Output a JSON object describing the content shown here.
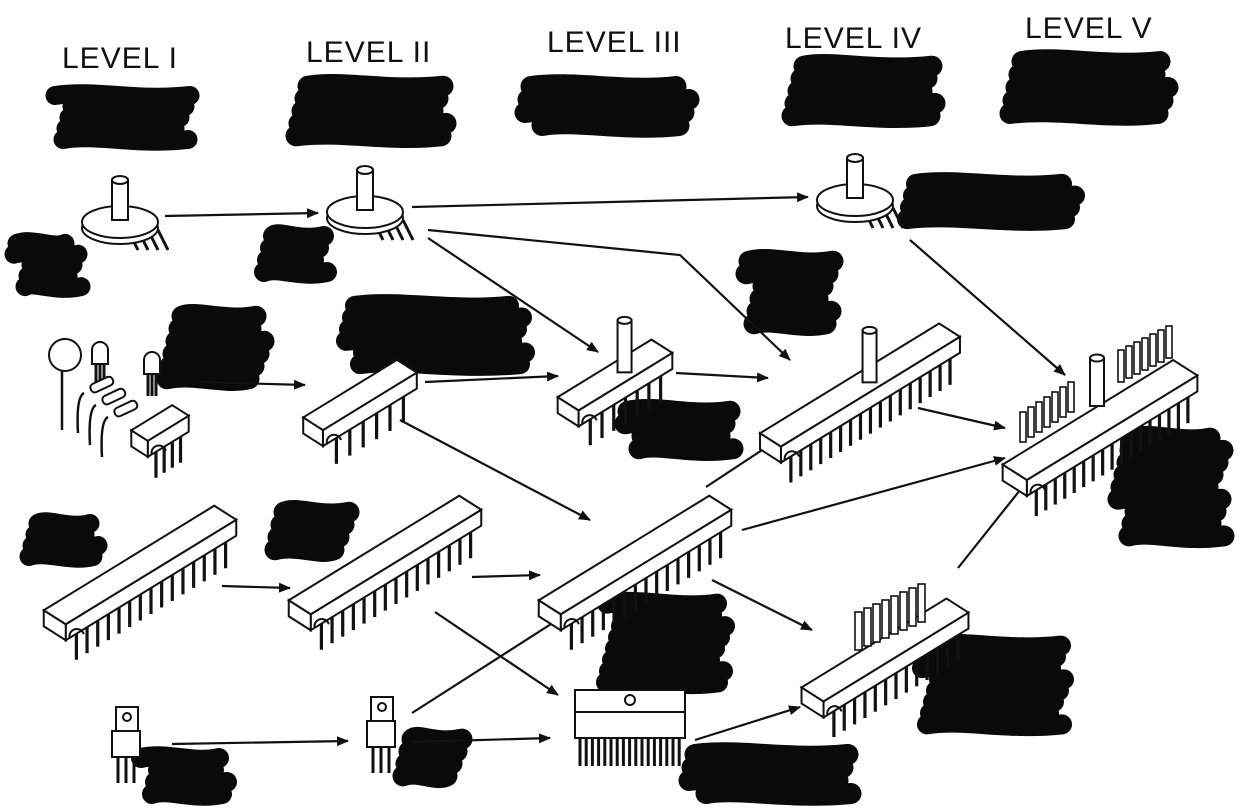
{
  "levels": [
    {
      "label": "LEVEL I"
    },
    {
      "label": "LEVEL II"
    },
    {
      "label": "LEVEL III"
    },
    {
      "label": "LEVEL IV"
    },
    {
      "label": "LEVEL V"
    }
  ],
  "components": [
    {
      "id": "l1-sensor",
      "kind": "pressure-sensor",
      "level": 1
    },
    {
      "id": "l1-discrete",
      "kind": "discrete-components",
      "level": 1
    },
    {
      "id": "l1-dip-large",
      "kind": "dip-chip-large",
      "level": 1
    },
    {
      "id": "l1-to220",
      "kind": "to220-transistor",
      "level": 1
    },
    {
      "id": "l2-sensor",
      "kind": "pressure-sensor",
      "level": 2
    },
    {
      "id": "l2-dip-small",
      "kind": "dip-chip-small",
      "level": 2
    },
    {
      "id": "l2-dip-large",
      "kind": "dip-chip-large",
      "level": 2
    },
    {
      "id": "l2-to220",
      "kind": "to220-transistor",
      "level": 2
    },
    {
      "id": "l3-sensor-chip",
      "kind": "chip-with-sensor",
      "level": 3
    },
    {
      "id": "l3-dip-large",
      "kind": "dip-chip-large",
      "level": 3
    },
    {
      "id": "l3-sip-power",
      "kind": "sip-power-module",
      "level": 3
    },
    {
      "id": "l4-sensor",
      "kind": "pressure-sensor",
      "level": 4
    },
    {
      "id": "l4-sensor-dip",
      "kind": "chip-with-sensor",
      "level": 4
    },
    {
      "id": "l4-heatsink-dip",
      "kind": "chip-with-heatsink",
      "level": 4
    },
    {
      "id": "l5-integrated",
      "kind": "integrated-module",
      "level": 5
    }
  ],
  "edges": [
    {
      "from": "l1-sensor",
      "to": "l2-sensor"
    },
    {
      "from": "l2-sensor",
      "to": "l4-sensor"
    },
    {
      "from": "l2-sensor",
      "to": "l3-sensor-chip"
    },
    {
      "from": "l2-sensor",
      "to": "l4-sensor-dip"
    },
    {
      "from": "l1-discrete",
      "to": "l2-dip-small"
    },
    {
      "from": "l2-dip-small",
      "to": "l3-sensor-chip"
    },
    {
      "from": "l3-sensor-chip",
      "to": "l4-sensor-dip"
    },
    {
      "from": "l2-dip-small",
      "to": "l3-dip-large"
    },
    {
      "from": "l1-dip-large",
      "to": "l2-dip-large"
    },
    {
      "from": "l2-dip-large",
      "to": "l3-dip-large"
    },
    {
      "from": "l2-dip-large",
      "to": "l3-sip-power"
    },
    {
      "from": "l1-to220",
      "to": "l2-to220"
    },
    {
      "from": "l2-to220",
      "to": "l3-dip-large"
    },
    {
      "from": "l2-to220",
      "to": "l3-sip-power"
    },
    {
      "from": "l3-dip-large",
      "to": "l4-sensor-dip"
    },
    {
      "from": "l3-dip-large",
      "to": "l5-integrated"
    },
    {
      "from": "l3-dip-large",
      "to": "l4-heatsink-dip"
    },
    {
      "from": "l3-sip-power",
      "to": "l4-heatsink-dip"
    },
    {
      "from": "l4-sensor",
      "to": "l5-integrated"
    },
    {
      "from": "l4-sensor-dip",
      "to": "l5-integrated"
    },
    {
      "from": "l4-heatsink-dip",
      "to": "l5-integrated"
    }
  ],
  "colors": {
    "ink": "#111111",
    "redaction": "#0a0a0a",
    "body": "#ffffff"
  }
}
